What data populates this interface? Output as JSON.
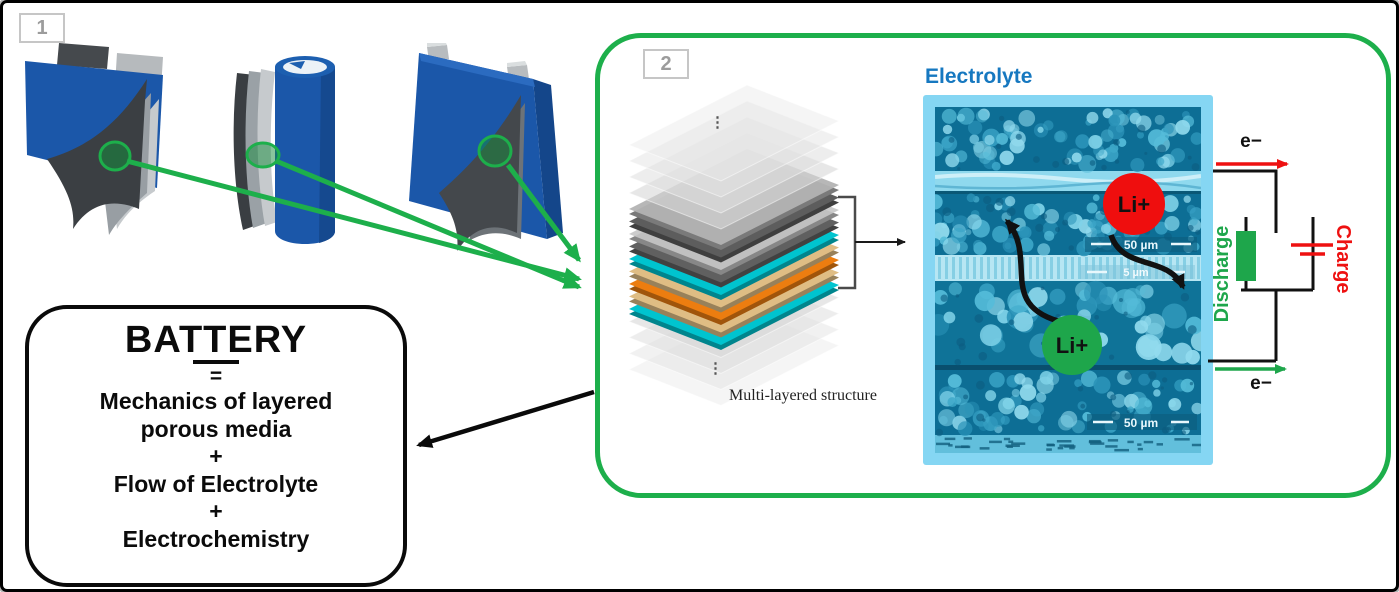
{
  "panel1": {
    "badge": "1"
  },
  "panel2": {
    "badge": "2"
  },
  "stack": {
    "ellipsis_top": "⋮",
    "ellipsis_bottom": "⋮",
    "caption": "Multi-layered structure",
    "layers": [
      {
        "color": "#e9e9e9",
        "opacity": 0.45,
        "type": "film"
      },
      {
        "color": "#e4e4e4",
        "opacity": 0.5,
        "type": "film"
      },
      {
        "color": "#dedede",
        "opacity": 0.55,
        "type": "film"
      },
      {
        "color": "#d7d7d7",
        "opacity": 0.6,
        "type": "film"
      },
      {
        "color": "#b3b3b3",
        "opacity": 0.95,
        "type": "plate"
      },
      {
        "color": "#5d5d5d",
        "opacity": 1,
        "type": "plate"
      },
      {
        "color": "#c7c7c7",
        "opacity": 0.9,
        "type": "plate"
      },
      {
        "color": "#606060",
        "opacity": 1,
        "type": "plate"
      },
      {
        "color": "#00c4cf",
        "opacity": 1,
        "type": "plate"
      },
      {
        "color": "#dfbd84",
        "opacity": 1,
        "type": "plate"
      },
      {
        "color": "#ec7d10",
        "opacity": 1,
        "type": "plate"
      },
      {
        "color": "#dfbd84",
        "opacity": 1,
        "type": "plate"
      },
      {
        "color": "#00c4cf",
        "opacity": 1,
        "type": "plate"
      },
      {
        "color": "#d7d7d7",
        "opacity": 0.6,
        "type": "film"
      },
      {
        "color": "#dedede",
        "opacity": 0.55,
        "type": "film"
      },
      {
        "color": "#e4e4e4",
        "opacity": 0.5,
        "type": "film"
      },
      {
        "color": "#e9e9e9",
        "opacity": 0.45,
        "type": "film"
      }
    ]
  },
  "sem": {
    "title": "Electrolyte",
    "scalebar_top": "50 µm",
    "scalebar_mid": "5 µm",
    "scalebar_bottom": "50 µm",
    "ion_red": "Li+",
    "ion_green": "Li+"
  },
  "circuit": {
    "electron_top": "e−",
    "electron_bottom": "e−",
    "discharge_label": "Discharge",
    "charge_label": "Charge"
  },
  "equation_box": {
    "title": "BATTERY",
    "equals": "=",
    "lines": [
      "Mechanics of layered",
      "porous media",
      "+",
      "Flow of Electrolyte",
      "+",
      "Electrochemistry"
    ]
  },
  "colors": {
    "green": "#1daf4b",
    "red": "#ee1111",
    "electrolyte_blue": "#1678c0",
    "sem_frame_blue": "#85d6f3",
    "sem_background_teal": "#0d6e95",
    "cell_blue": "#1b57a9"
  }
}
